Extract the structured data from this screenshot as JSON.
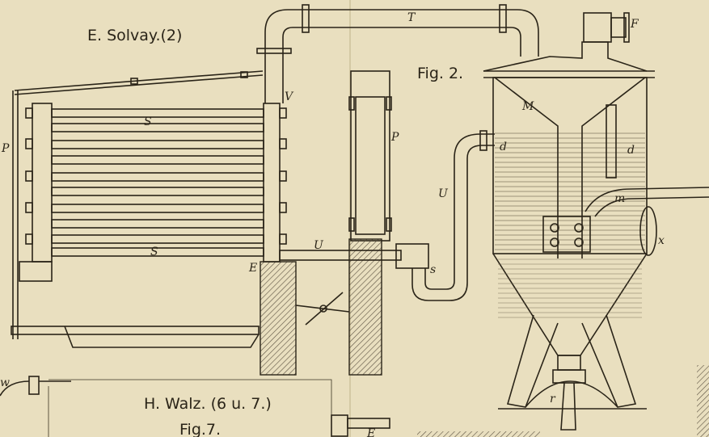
{
  "titles": {
    "top": "E. Solvay.(2)",
    "fig2": "Fig. 2.",
    "bottom": "H. Walz. (6 u. 7.)",
    "fig7": "Fig.7."
  },
  "labels": {
    "T": "T",
    "F": "F",
    "V": "V",
    "S1": "S",
    "S2": "S",
    "P_left": "P",
    "P_mid": "P",
    "U1": "U",
    "U2": "U",
    "E_mid": "E",
    "E_bottom": "E",
    "M": "M",
    "d_left": "d",
    "d_right": "d",
    "m": "m",
    "x": "x",
    "s": "s",
    "r": "r",
    "w": "w"
  },
  "colors": {
    "paper": "#e9dfbf",
    "ink": "#2a2418",
    "hatch": "#5a5040",
    "liquid": "#cfc3a0"
  }
}
